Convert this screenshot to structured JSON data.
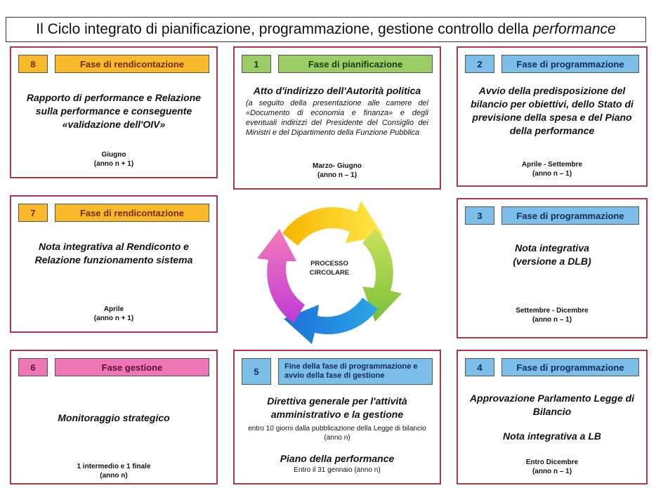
{
  "title": {
    "main": "Il Ciclo integrato di pianificazione, programmazione, gestione controllo della",
    "italic": "performance"
  },
  "cards": [
    {
      "num": "8",
      "label": "Fase di rendicontazione",
      "main": "Rapporto di performance e Relazione sulla performance e conseguente «validazione dell'OIV»",
      "date1": "Giugno",
      "date2": "(anno n + 1)"
    },
    {
      "num": "1",
      "label": "Fase di pianificazione",
      "main": "Atto d'indirizzo dell'Autorità politica",
      "sub": "(a seguito della presentazione alle camere del «Documento di economia e finanza» e degli eventuali indirizzi del Presidente del Consiglio dei Ministri e del Dipartimento della Funzione Pubblica",
      "date1": "Marzo- Giugno",
      "date2": "(anno n – 1)"
    },
    {
      "num": "2",
      "label": "Fase di programmazione",
      "main": "Avvio della predisposizione del bilancio per obiettivi, dello Stato di previsione della spesa e del Piano della performance",
      "date1": "Aprile - Settembre",
      "date2": "(anno n – 1)"
    },
    {
      "num": "7",
      "label": "Fase di rendicontazione",
      "main": "Nota integrativa al Rendiconto e Relazione funzionamento sistema",
      "date1": "Aprile",
      "date2": "(anno n + 1)"
    },
    {
      "num": "3",
      "label": "Fase di programmazione",
      "main": "Nota integrativa (versione a DLB)",
      "date1": "Settembre - Dicembre",
      "date2": "(anno n – 1)"
    },
    {
      "num": "6",
      "label": "Fase gestione",
      "main": "Monitoraggio strategico",
      "date1": "1 intermedio e 1 finale",
      "date2": "(anno n)"
    },
    {
      "num": "5",
      "label": "Fine della fase di programmazione e avvio della fase di gestione",
      "main": "Direttiva generale per l'attività amministrativo e la gestione",
      "small": "entro 10 giorni dalla pubblicazione della Legge di bilancio (anno n)",
      "main2": "Piano della performance",
      "small2": "Entro il 31 gennaio (anno n)"
    },
    {
      "num": "4",
      "label": "Fase di programmazione",
      "main": "Approvazione Parlamento Legge di Bilancio",
      "main2": "Nota integrativa a LB",
      "date1": "Entro Dicembre",
      "date2": "(anno n – 1)"
    }
  ],
  "center": {
    "line1": "PROCESSO",
    "line2": "CIRCOLARE"
  },
  "colors": {
    "orange": "#f8b92a",
    "green": "#9ccc65",
    "blue": "#7dbdea",
    "pink": "#ef76b6",
    "border": "#b0374a"
  }
}
